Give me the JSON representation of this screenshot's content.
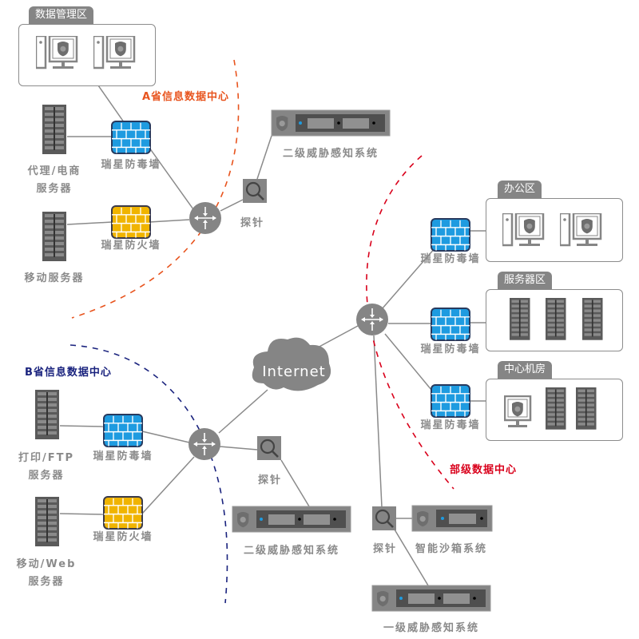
{
  "regions": {
    "a_province": {
      "label": "A省信息数据中心",
      "color": "#e8541e"
    },
    "b_province": {
      "label": "B省信息数据中心",
      "color": "#1a237e"
    },
    "ministry": {
      "label": "部级数据中心",
      "color": "#d9001b"
    }
  },
  "zones": {
    "data_mgmt": "数据管理区",
    "office": "办公区",
    "server_zone": "服务器区",
    "center_room": "中心机房"
  },
  "nodes": {
    "internet": "Internet",
    "a_antivirus_fw": "瑞星防毒墙",
    "a_firewall": "瑞星防火墙",
    "a_proxy_server_l1": "代理/电商",
    "a_proxy_server_l2": "服务器",
    "a_mobile_server": "移动服务器",
    "a_probe": "探针",
    "a_threat_system": "二级威胁感知系统",
    "b_antivirus_fw": "瑞星防毒墙",
    "b_firewall": "瑞星防火墙",
    "b_print_server_l1": "打印/FTP",
    "b_print_server_l2": "服务器",
    "b_mobile_server_l1": "移动/Web",
    "b_mobile_server_l2": "服务器",
    "b_probe": "探针",
    "b_threat_system": "二级威胁感知系统",
    "m_antivirus_fw_1": "瑞星防毒墙",
    "m_antivirus_fw_2": "瑞星防毒墙",
    "m_antivirus_fw_3": "瑞星防毒墙",
    "m_probe": "探针",
    "m_sandbox": "智能沙箱系统",
    "m_threat_system": "一级威胁感知系统"
  },
  "colors": {
    "antivirus_wall": "#1e9be0",
    "firewall": "#f0b400",
    "device_gray": "#858585",
    "line": "#8a8a8a"
  }
}
